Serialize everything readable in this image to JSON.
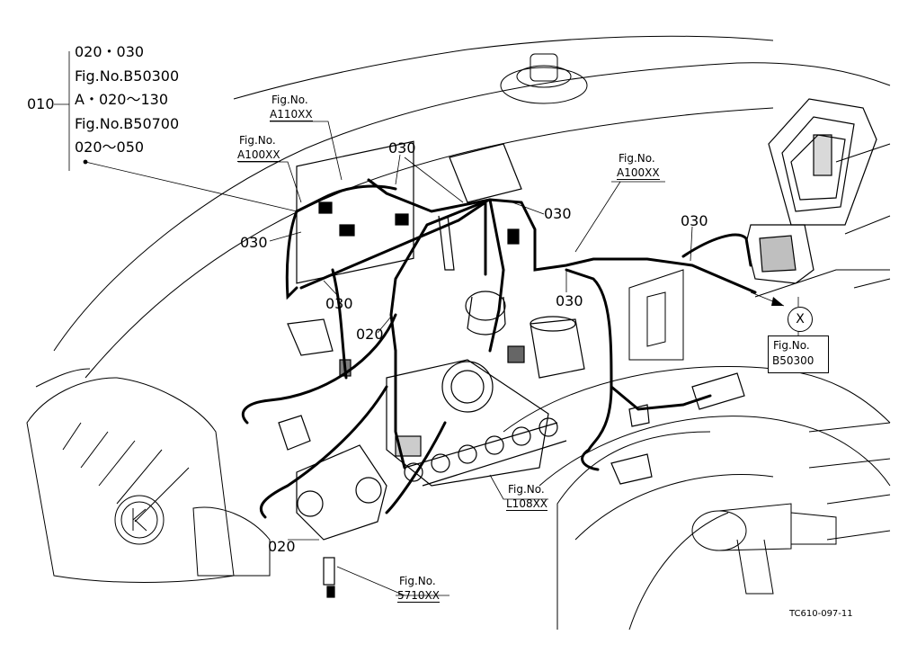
{
  "legend": {
    "line1": "020・030",
    "line2": "Fig.No.B50300",
    "line3": "A・020～130",
    "line4": "Fig.No.B50700",
    "line5": "020～050",
    "ref": "010"
  },
  "callouts": {
    "c030_a": "030",
    "c030_b": "030",
    "c030_c": "030",
    "c030_d": "030",
    "c030_e": "030",
    "c030_f": "030",
    "c020_a": "020",
    "c020_b": "020"
  },
  "figrefs": {
    "a110": {
      "label": "Fig.No.",
      "code": "A110XX"
    },
    "a100_left": {
      "label": "Fig.No.",
      "code": "A100XX"
    },
    "a100_right": {
      "label": "Fig.No.",
      "code": "A100XX"
    },
    "l108": {
      "label": "Fig.No.",
      "code": "L108XX"
    },
    "s5710": {
      "label": "Fig.No.",
      "code": "5710XX"
    },
    "b50300": {
      "label": "Fig.No.",
      "code": "B50300"
    }
  },
  "connector_marker": "X",
  "drawing_id": "TC610-097-11"
}
